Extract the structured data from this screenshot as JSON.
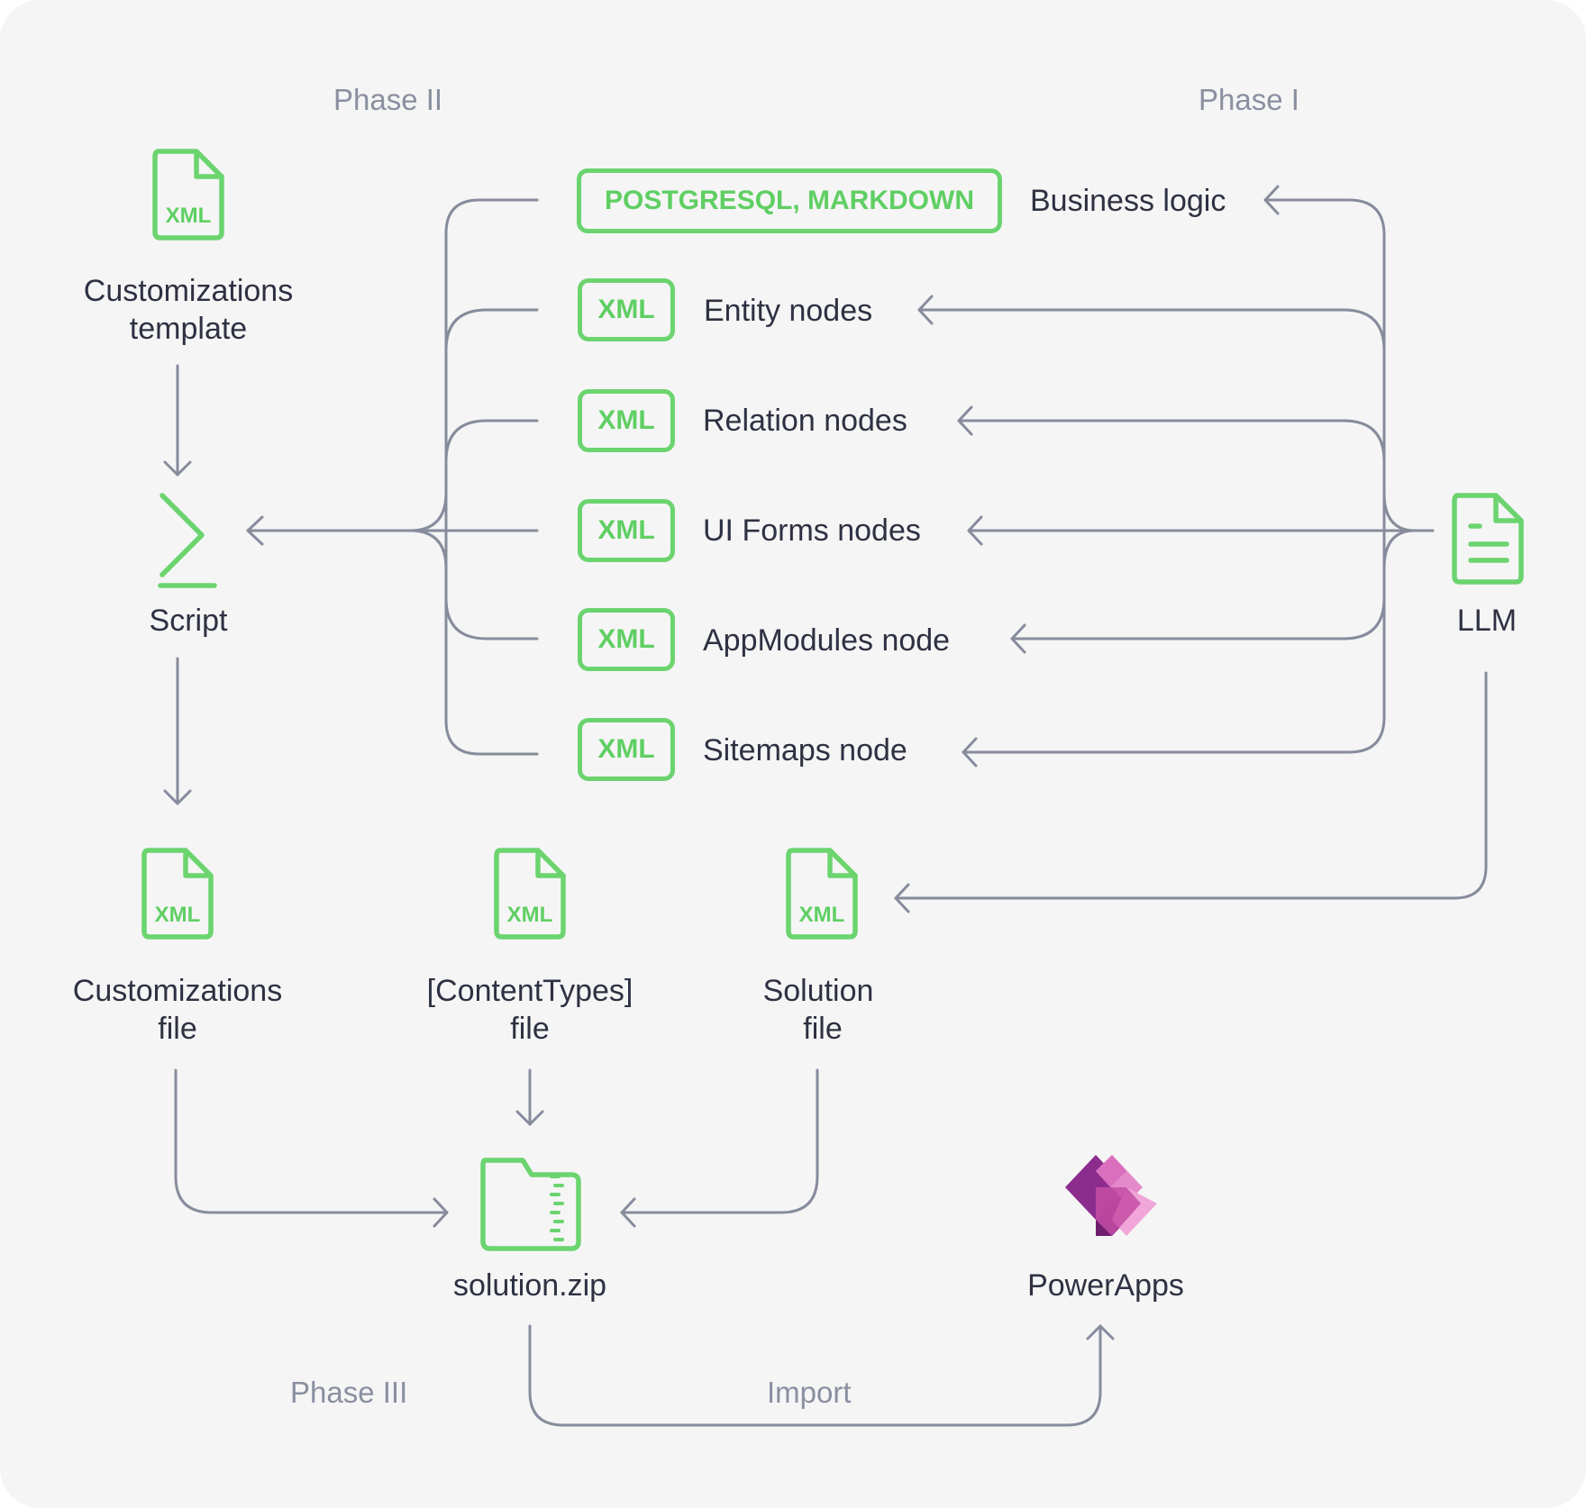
{
  "phases": {
    "phase1": "Phase I",
    "phase2": "Phase II",
    "phase3": "Phase III"
  },
  "sources": {
    "customizations_template": {
      "line1": "Customizations",
      "line2": "template",
      "icon_text": "XML"
    },
    "llm": {
      "label": "LLM"
    },
    "script": {
      "label": "Script"
    }
  },
  "nodes": [
    {
      "tag": "POSTGRESQL, MARKDOWN",
      "label": "Business logic"
    },
    {
      "tag": "XML",
      "label": "Entity nodes"
    },
    {
      "tag": "XML",
      "label": "Relation nodes"
    },
    {
      "tag": "XML",
      "label": "UI Forms nodes"
    },
    {
      "tag": "XML",
      "label": "AppModules node"
    },
    {
      "tag": "XML",
      "label": "Sitemaps node"
    }
  ],
  "files": {
    "customizations_file": {
      "line1": "Customizations",
      "line2": "file",
      "icon_text": "XML"
    },
    "content_types_file": {
      "line1": "[ContentTypes]",
      "line2": "file",
      "icon_text": "XML"
    },
    "solution_file": {
      "line1": "Solution",
      "line2": "file",
      "icon_text": "XML"
    }
  },
  "outputs": {
    "zip": {
      "label": "solution.zip"
    },
    "powerapps": {
      "label": "PowerApps"
    },
    "import_label": "Import"
  },
  "colors": {
    "green": "#6bd46f",
    "connector": "#878c9c",
    "text": "#2e3142",
    "phase_text": "#8a8fa0",
    "background": "#f5f5f5"
  }
}
